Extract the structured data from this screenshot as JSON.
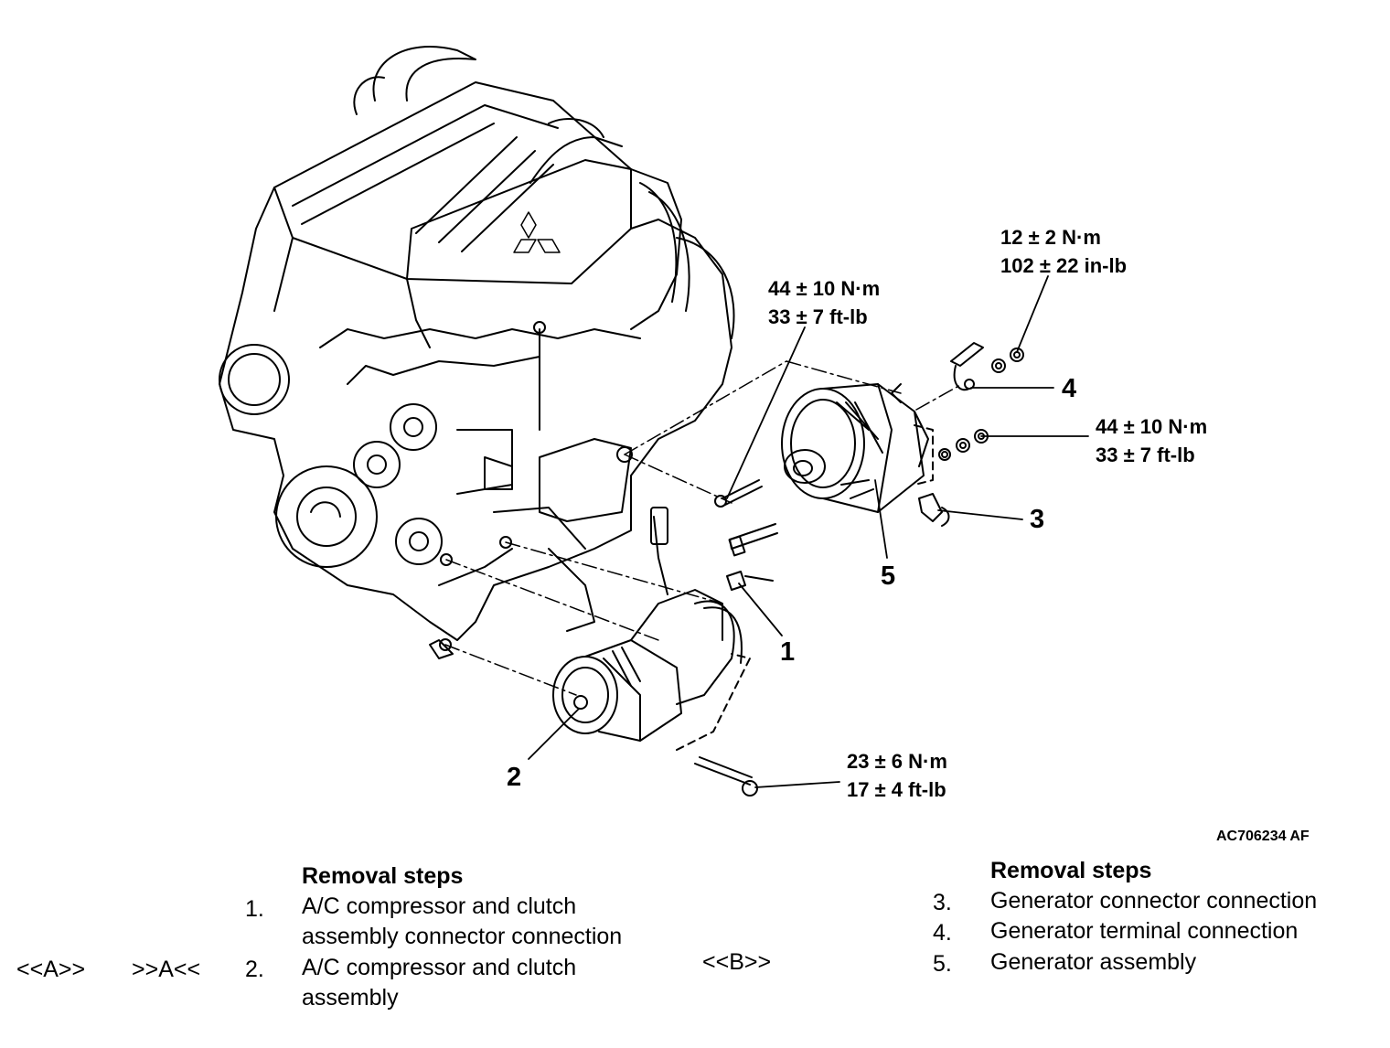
{
  "figure": {
    "id": "AC706234 AF",
    "callouts": {
      "c1": [
        "12 ± 2 N·m",
        "102 ± 22 in-lb"
      ],
      "c2": [
        "44 ± 10 N·m",
        "33 ± 7 ft-lb"
      ],
      "c3": [
        "44 ± 10 N·m",
        "33 ± 7 ft-lb"
      ],
      "c4": [
        "23 ± 6 N·m",
        "17 ± 4 ft-lb"
      ]
    },
    "part_numbers": [
      "1",
      "2",
      "3",
      "4",
      "5"
    ]
  },
  "left_steps": {
    "heading": "Removal steps",
    "items": [
      {
        "num": "1.",
        "lines": [
          "A/C compressor and clutch",
          "assembly connector connection"
        ]
      },
      {
        "num": "2.",
        "lines": [
          "A/C compressor and clutch",
          "assembly"
        ],
        "removal_mark": "<<A>>",
        "install_mark": ">>A<<"
      }
    ]
  },
  "right_steps": {
    "heading": "Removal steps",
    "items": [
      {
        "num": "3.",
        "text": "Generator connector connection"
      },
      {
        "num": "4.",
        "text": "Generator terminal connection"
      },
      {
        "num": "5.",
        "text": "Generator assembly"
      }
    ],
    "removal_mark": "<<B>>"
  }
}
